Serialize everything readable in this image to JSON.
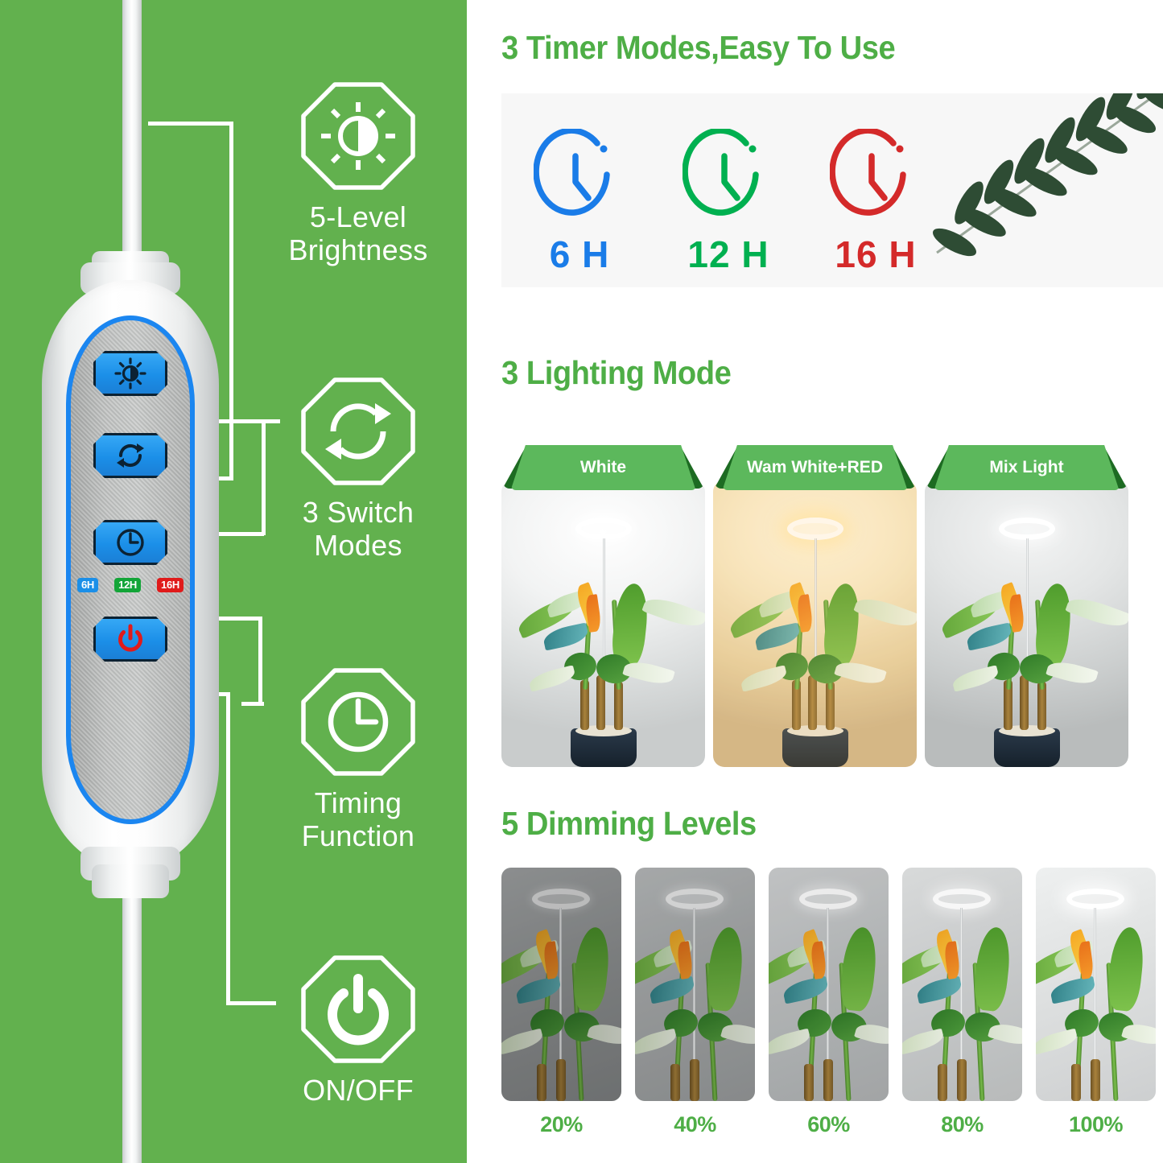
{
  "theme": {
    "panel_green": "#62b14e",
    "title_green": "#4eae46",
    "banner_green": "#5cb85c",
    "button_blue": "#1b8fe8",
    "timer_blue": "#1a7ce8",
    "timer_green": "#00b050",
    "timer_red": "#d42a2a",
    "power_red": "#e01b1b",
    "card_bg": "#f7f7f7"
  },
  "left_panel": {
    "controller": {
      "buttons": [
        {
          "name": "brightness-button",
          "icon": "brightness-sun-icon"
        },
        {
          "name": "switch-mode-button",
          "icon": "refresh-cycle-icon"
        },
        {
          "name": "timer-button",
          "icon": "clock-icon"
        },
        {
          "name": "power-button",
          "icon": "power-icon"
        }
      ],
      "timer_badges": [
        {
          "label": "6H",
          "color": "#1b8fe8"
        },
        {
          "label": "12H",
          "color": "#13a538"
        },
        {
          "label": "16H",
          "color": "#e01b1b"
        }
      ]
    },
    "features": [
      {
        "icon": "brightness-sun-icon",
        "line1": "5-Level",
        "line2": "Brightness"
      },
      {
        "icon": "refresh-cycle-icon",
        "line1": "3 Switch",
        "line2": "Modes"
      },
      {
        "icon": "clock-icon",
        "line1": "Timing",
        "line2": "Function"
      },
      {
        "icon": "power-icon",
        "line1": "ON/OFF",
        "line2": ""
      }
    ]
  },
  "right_panel": {
    "timer_section": {
      "title": "3 Timer Modes,Easy To Use",
      "modes": [
        {
          "label": "6 H",
          "color": "#1a7ce8",
          "icon": "clock-icon"
        },
        {
          "label": "12 H",
          "color": "#00b050",
          "icon": "clock-icon"
        },
        {
          "label": "16 H",
          "color": "#d42a2a",
          "icon": "clock-icon"
        }
      ]
    },
    "lighting_section": {
      "title": "3 Lighting Mode",
      "modes": [
        {
          "label": "White",
          "tone": "cool-white"
        },
        {
          "label": "Wam White+RED",
          "tone": "warm-amber"
        },
        {
          "label": "Mix Light",
          "tone": "neutral-gray"
        }
      ]
    },
    "dimming_section": {
      "title": "5 Dimming Levels",
      "levels": [
        {
          "label": "20%"
        },
        {
          "label": "40%"
        },
        {
          "label": "60%"
        },
        {
          "label": "80%"
        },
        {
          "label": "100%"
        }
      ]
    }
  }
}
